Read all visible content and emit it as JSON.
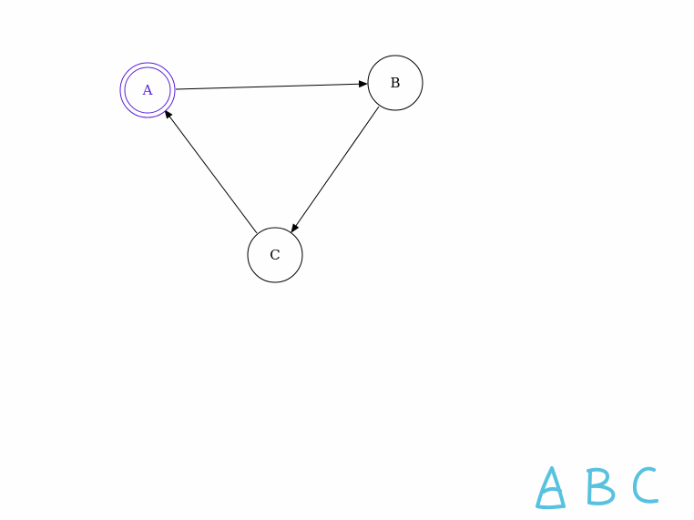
{
  "diagram": {
    "type": "directed-graph",
    "colors": {
      "background": "#fefefe",
      "edge": "#000000",
      "node_border": "#000000",
      "start_node": "#5a1fd6",
      "handwriting": "#57c2e0"
    },
    "nodes": [
      {
        "id": "A",
        "label": "A",
        "style": "double-circle"
      },
      {
        "id": "B",
        "label": "B",
        "style": "circle"
      },
      {
        "id": "C",
        "label": "C",
        "style": "circle"
      }
    ],
    "edges": [
      {
        "from": "A",
        "to": "B"
      },
      {
        "from": "B",
        "to": "C"
      },
      {
        "from": "C",
        "to": "A"
      }
    ],
    "handwritten_text": "A B C"
  }
}
